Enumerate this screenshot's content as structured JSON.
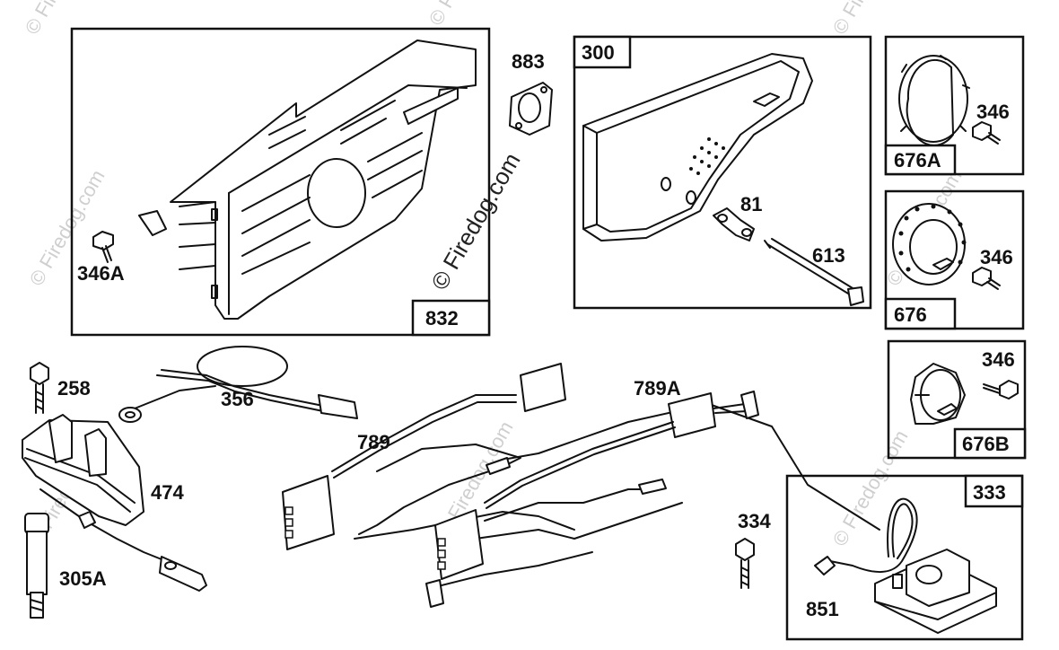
{
  "watermark": {
    "main": "© Firedog.com",
    "faint": "© Firedog.com"
  },
  "boxes": {
    "b832": "832",
    "b300": "300",
    "b676A": "676A",
    "b676": "676",
    "b676B": "676B",
    "b333": "333"
  },
  "labels": {
    "l883": "883",
    "l346A": "346A",
    "l81": "81",
    "l613": "613",
    "l346_a": "346",
    "l346_b": "346",
    "l346_c": "346",
    "l258": "258",
    "l356": "356",
    "l474": "474",
    "l305A": "305A",
    "l789": "789",
    "l789A": "789A",
    "l334": "334",
    "l851": "851"
  }
}
